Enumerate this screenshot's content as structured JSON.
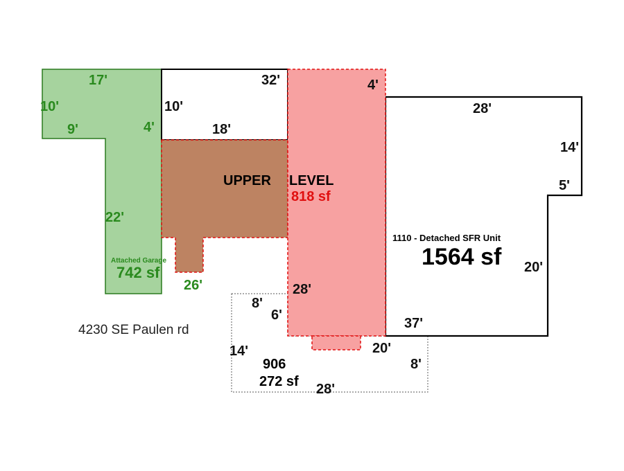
{
  "colors": {
    "garage_fill": "#a6d39e",
    "garage_stroke": "#2a7a1e",
    "upper_fill": "#f7a1a1",
    "upper_stroke": "#e01010",
    "brown_fill": "#bd8362",
    "outline": "#000000",
    "dashed_outline": "#777777"
  },
  "address": "4230 SE Paulen rd",
  "main_unit": {
    "code_label": "1110 - Detached SFR Unit",
    "area": "1564 sf"
  },
  "upper_level": {
    "label_part1": "UPPER",
    "label_part2": "LEVEL",
    "area": "818 sf"
  },
  "garage": {
    "label": "Attached Garage",
    "area": "742 sf"
  },
  "patio": {
    "code": "906",
    "area": "272 sf"
  },
  "dimensions": {
    "garage_top": "17'",
    "garage_left": "10'",
    "garage_step": "9'",
    "garage_inner": "4'",
    "garage_side": "22'",
    "garage_bottom": "26'",
    "upper_left_box_side": "10'",
    "upper_left_box_bottom": "18'",
    "top_span": "32'",
    "top_right": "4'",
    "main_top": "28'",
    "main_right_upper": "14'",
    "main_step": "5'",
    "main_right_lower": "20'",
    "main_bottom": "37'",
    "center_column": "28'",
    "patio_top": "8'",
    "patio_notch": "6'",
    "patio_left": "14'",
    "patio_inner": "20'",
    "patio_right": "8'",
    "patio_bottom": "28'"
  }
}
